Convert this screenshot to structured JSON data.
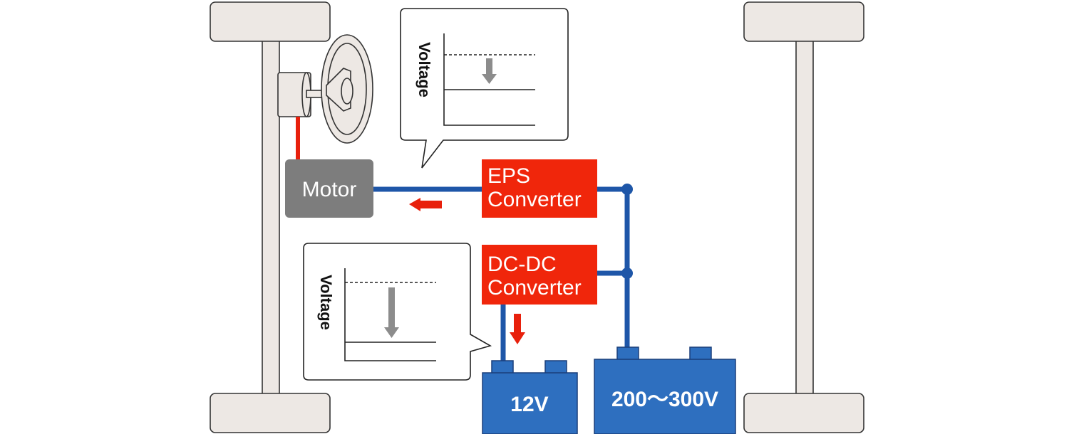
{
  "labels": {
    "motor": "Motor",
    "eps_line1": "EPS",
    "eps_line2": "Converter",
    "dcdc_line1": "DC-DC",
    "dcdc_line2": "Converter",
    "battery_low": "12V",
    "battery_high": "200～300V",
    "voltage_top": "Voltage",
    "voltage_bottom": "Voltage"
  },
  "colors": {
    "converter": "#f0260b",
    "battery": "#2e6fbf",
    "wire": "#1e56a8",
    "motor": "#7d7d7d",
    "power_flow_arrow": "#e8200c",
    "voltage_drop_arrow": "#8c8c8c"
  }
}
